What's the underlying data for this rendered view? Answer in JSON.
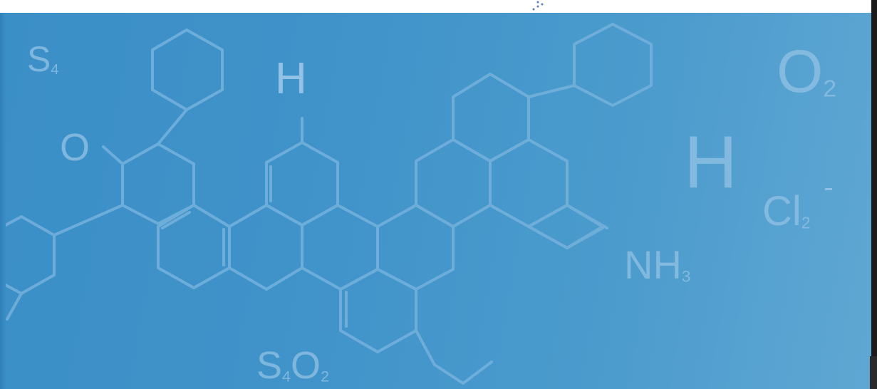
{
  "labels": {
    "s4": {
      "main": "S",
      "sub": "4"
    },
    "h_top": "H",
    "o_small": "O",
    "o2": {
      "main": "O",
      "sub": "2"
    },
    "h_large": "H",
    "cl2": {
      "main": "Cl",
      "sub": "2",
      "sup": "-"
    },
    "nh3": {
      "main": "NH",
      "sub": "3"
    },
    "so2": {
      "main": "S",
      "mid_sub": "4",
      "rest": "O",
      "sub": "2"
    }
  },
  "colors": {
    "background": "#3f93c9",
    "line": "#7ab6de",
    "text": "#96c3e4"
  }
}
